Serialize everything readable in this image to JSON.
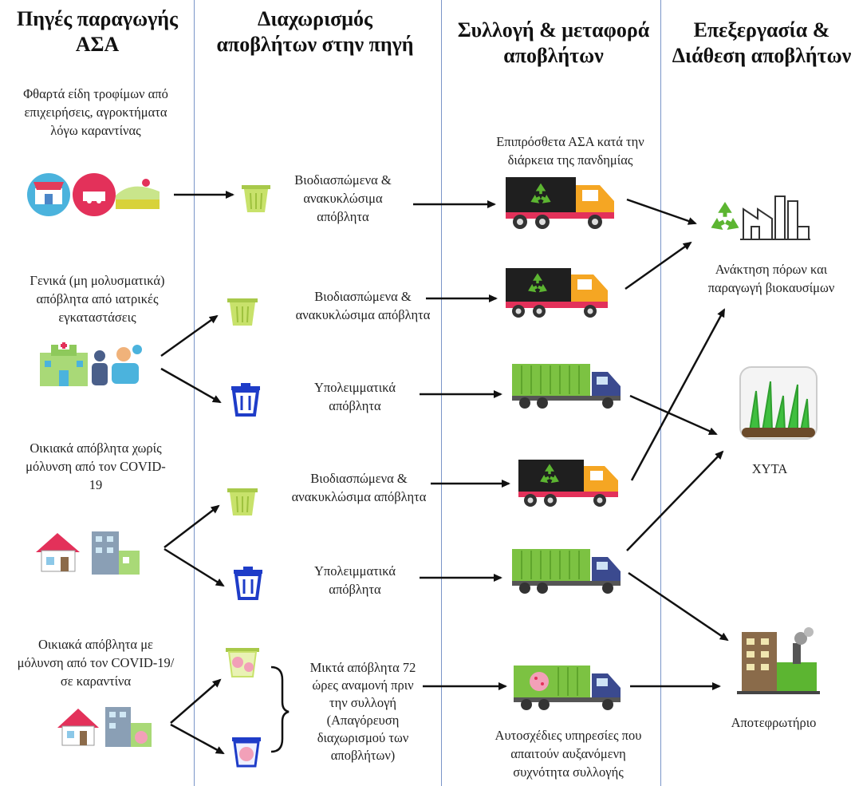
{
  "headers": {
    "col1": "Πηγές παραγωγής ΑΣΑ",
    "col2": "Διαχωρισμός αποβλήτων στην πηγή",
    "col3": "Συλλογή & μεταφορά αποβλήτων",
    "col4": "Επεξεργασία & Διάθεση αποβλήτων"
  },
  "sources": {
    "s1": "Φθαρτά είδη τροφίμων από επιχειρήσεις, αγροκτήματα λόγω καραντίνας",
    "s2": "Γενικά (μη μολυσματικά) απόβλητα από ιατρικές εγκαταστάσεις",
    "s3": "Οικιακά απόβλητα χωρίς μόλυνση από τον COVID-19",
    "s4": "Οικιακά απόβλητα με μόλυνση από τον COVID-19/σε καραντίνα"
  },
  "separation": {
    "bio1": "Βιοδιασπώμενα & ανακυκλώσιμα απόβλητα",
    "bio2": "Βιοδιασπώμενα & ανακυκλώσιμα απόβλητα",
    "res1": "Υπολειμματικά απόβλητα",
    "bio3": "Βιοδιασπώμενα & ανακυκλώσιμα απόβλητα",
    "res2": "Υπολειμματικά απόβλητα",
    "mixed": "Μικτά απόβλητα 72 ώρες αναμονή πριν την συλλογή (Απαγόρευση διαχωρισμού των αποβλήτων)"
  },
  "collection": {
    "note_top": "Επιπρόσθετα ΑΣΑ κατά την διάρκεια της πανδημίας",
    "note_bottom": "Αυτοσχέδιες υπηρεσίες που απαιτούν αυξανόμενη συχνότητα συλλογής"
  },
  "treatment": {
    "recovery": "Ανάκτηση πόρων και παραγωγή βιοκαυσίμων",
    "landfill": "ΧΥΤΑ",
    "incinerator": "Αποτεφρωτήριο"
  },
  "colors": {
    "divider": "#7a95c8",
    "truck_black": "#1f1f1f",
    "truck_green": "#7cc242",
    "cab_orange": "#f5a623",
    "cab_blue": "#3b4a8f",
    "bin_green": "#c8e26b",
    "bin_blue": "#1e3cc8",
    "recycle": "#5cb531"
  }
}
